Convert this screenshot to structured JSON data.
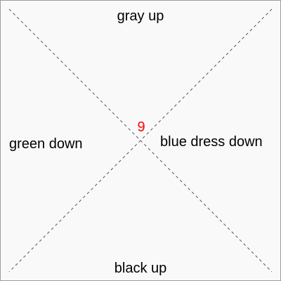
{
  "board": {
    "top_label": "gray up",
    "left_label": "green down",
    "right_label": "blue dress down",
    "bottom_label": "black up",
    "center_count": "9"
  },
  "colors": {
    "background": "#f9f9f9",
    "border": "#9b9b9b",
    "diagonal_lines": "#555555",
    "label_text": "#000000",
    "center_count": "#ff0000"
  }
}
